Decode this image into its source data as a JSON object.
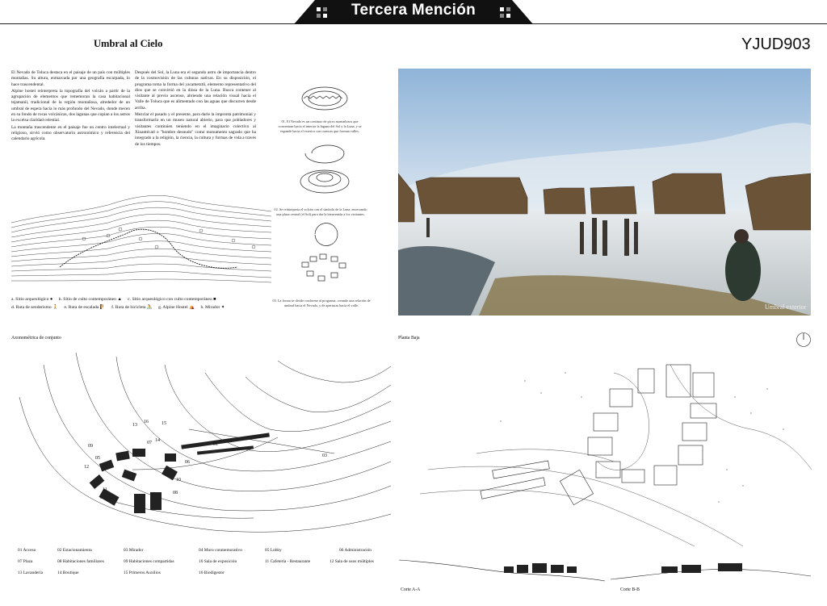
{
  "banner": {
    "title": "Tercera Mención"
  },
  "project": {
    "title": "Umbral al Cielo",
    "code": "YJUD903"
  },
  "text": {
    "col1": [
      "El Nevado de Toluca destaca en el paisaje de un país con múltiples montañas. Su altura, enmarcada por una geografía escarpada, lo hace trascendental.",
      "Alpine hostel reinterpreta la topografía del volcán a partir de la agrupación de elementos que rememoran la casa habitacional tejamanil, tradicional de la región montañosa, alrededor de un umbral de espera hacia lo más profundo del Nevado, donde mecen en su fondo de rocas volcánicas, dos lagunas que copian a los astros la excelsa claridad celestial.",
      "La montaña trascendente en el paisaje fue un centro intelectual y religioso, sirvió como observatorio astronómico y referencia del calendario agrícola."
    ],
    "col2": [
      "Después del Sol, la Luna era el segundo astro de importancia dentro de la cosmovisión de las culturas nativas. En su disposición, el programa toma la forma del yacametztli, elemento representativo del dios que se convirtió en la diosa de la Luna. Busca contener al visitante al previo ascenso, abriendo una relación visual hacia el Valle de Toluca que es alimentado con las aguas que discurren desde arriba.",
      "Mezclar el pasado y el presente, para darle la impronta patrimonial y transformarlo en un museo natural abierto, para que pobladores y visitantes continúen teniendo en el imaginario colectivo al Xinantécatl o \"hombre desnudo\" como monumento sagrado que ha integrado a la religión, la ciencia, la cultura y formas de vida a través de los tiempos."
    ]
  },
  "captions": {
    "c1": "01. El Nevado es un continuo de picos montañosos que concentran hacia el interior la laguna del Sol y la Luna, y se expande hacia el exterior con cuencas que forman valles.",
    "c2": "02. Se reinterpreta el volcán con el símbolo de la Luna, encerrando una plaza central (el Sol) para dar la bienvenida a los visitantes.",
    "c3": "03. La forma se divide conforme al programa, creando una relación de umbral hacia el Nevado, y de aperturas hacia el valle."
  },
  "legend": {
    "row1": [
      "a. Sitio arqueológico ●",
      "b. Sitio de culto contemporáneo ▲",
      "c. Sitio arqueológico con culto contemporáneo ■"
    ],
    "row2": [
      "d. Ruta de senderismo 🚶",
      "e. Ruta de escalada 🧗",
      "f. Ruta de bicicleta 🚴",
      "g. Alpine Hostel ⛺",
      "h. Mirador ✦"
    ]
  },
  "labels": {
    "axo": "Axonométrica de conjunto",
    "planta": "Planta Baja",
    "photo": "Umbral exterior",
    "corte_a": "Corte A-A",
    "corte_b": "Corte B-B"
  },
  "program": [
    [
      "01",
      "Acceso"
    ],
    [
      "02",
      "Estacionamiento"
    ],
    [
      "03",
      "Mirador"
    ],
    [
      "04",
      "Muro conmemorativo"
    ],
    [
      "05",
      "Lobby"
    ],
    [
      "06",
      "Administración"
    ],
    [
      "07",
      "Plaza"
    ],
    [
      "08",
      "Habitaciones familiares"
    ],
    [
      "09",
      "Habitaciones compartidas"
    ],
    [
      "10",
      "Sala de exposición"
    ],
    [
      "11",
      "Cafetería - Restaurante"
    ],
    [
      "12",
      "Sala de usos múltiples"
    ],
    [
      "13",
      "Lavandería"
    ],
    [
      "14",
      "Boutique"
    ],
    [
      "15",
      "Primeros Auxilios"
    ],
    [
      "16",
      "Biodigestor"
    ]
  ],
  "axo_numbers": [
    "13",
    "16",
    "15",
    "07",
    "09",
    "14",
    "06",
    "12",
    "11",
    "10",
    "01",
    "03",
    "08",
    "05"
  ]
}
